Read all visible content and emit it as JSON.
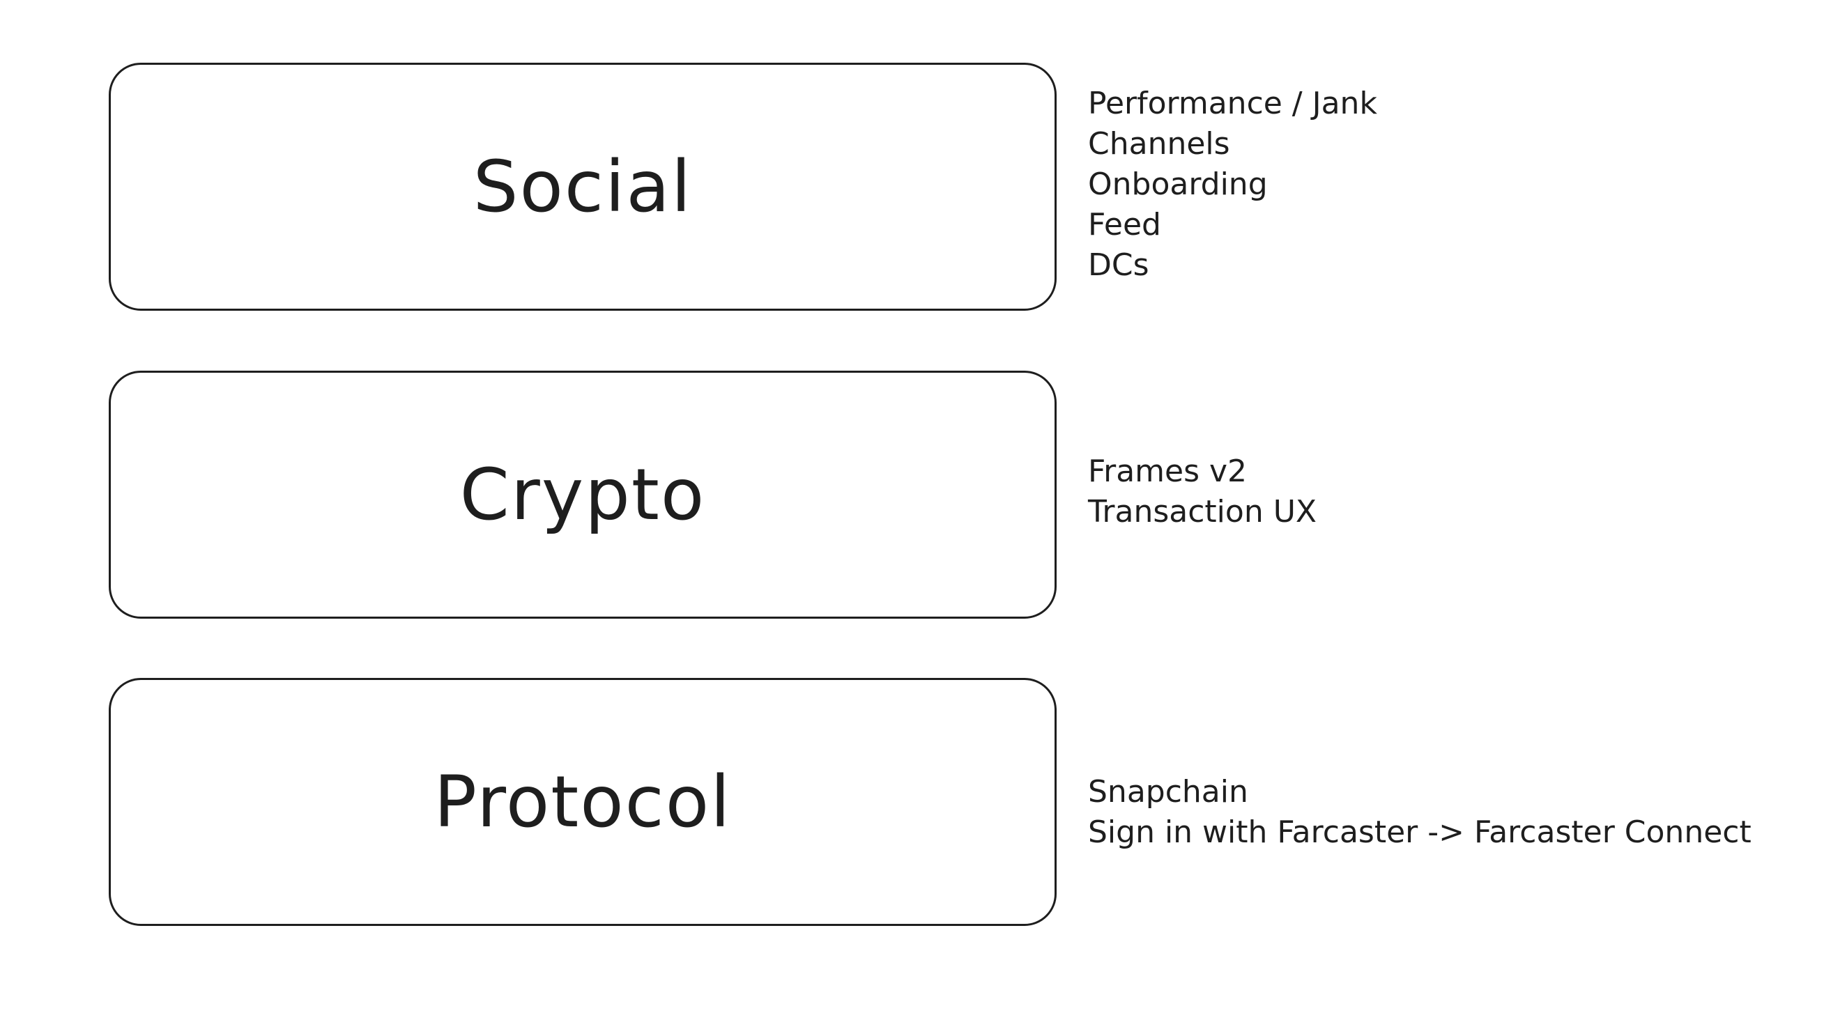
{
  "layers": [
    {
      "id": "social",
      "title": "Social",
      "notes": [
        "Performance / Jank",
        "Channels",
        "Onboarding",
        "Feed",
        "DCs"
      ]
    },
    {
      "id": "crypto",
      "title": "Crypto",
      "notes": [
        "Frames v2",
        "Transaction UX"
      ]
    },
    {
      "id": "protocol",
      "title": "Protocol",
      "notes": [
        "Snapchain",
        "Sign in with Farcaster -> Farcaster Connect"
      ]
    }
  ],
  "colors": {
    "stroke": "#1e1e1e",
    "background": "#ffffff"
  }
}
